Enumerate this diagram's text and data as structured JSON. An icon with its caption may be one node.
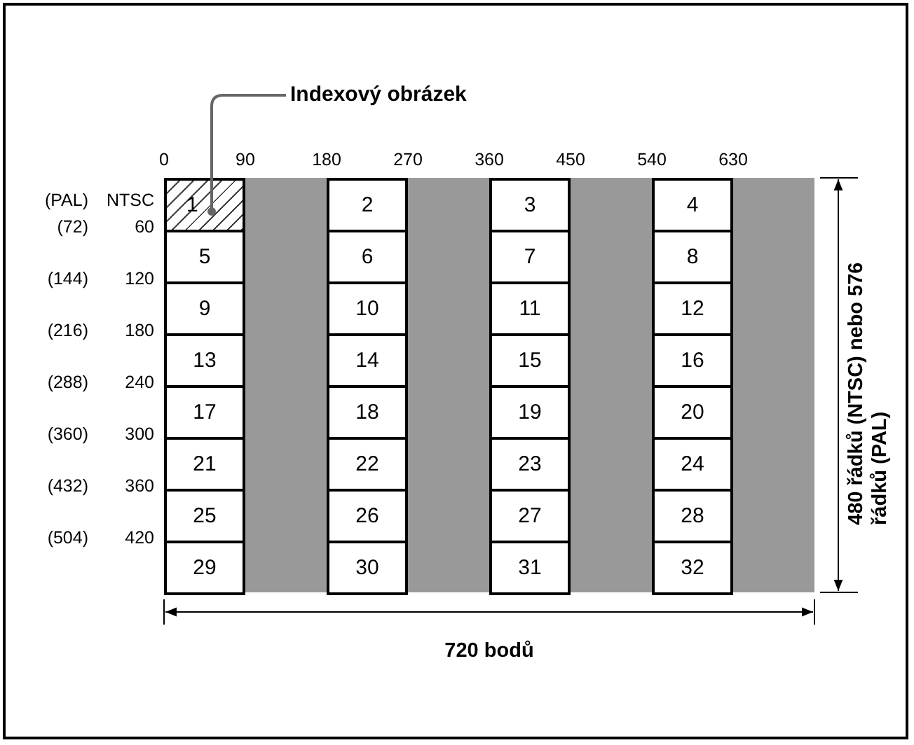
{
  "diagram": {
    "nodes": [
      {
        "text": [
          "Indexový obrázek"
        ]
      },
      {
        "text": [
          "1"
        ]
      },
      {
        "text": [
          "2"
        ]
      },
      {
        "text": [
          "3"
        ]
      },
      {
        "text": [
          "4"
        ]
      },
      {
        "text": [
          "5"
        ]
      },
      {
        "text": [
          "6"
        ]
      },
      {
        "text": [
          "7"
        ]
      },
      {
        "text": [
          "8"
        ]
      },
      {
        "text": [
          "9"
        ]
      },
      {
        "text": [
          "10"
        ]
      },
      {
        "text": [
          "11"
        ]
      },
      {
        "text": [
          "12"
        ]
      },
      {
        "text": [
          "13"
        ]
      },
      {
        "text": [
          "14"
        ]
      },
      {
        "text": [
          "15"
        ]
      },
      {
        "text": [
          "16"
        ]
      },
      {
        "text": [
          "17"
        ]
      },
      {
        "text": [
          "18"
        ]
      },
      {
        "text": [
          "19"
        ]
      },
      {
        "text": [
          "20"
        ]
      },
      {
        "text": [
          "21"
        ]
      },
      {
        "text": [
          "22"
        ]
      },
      {
        "text": [
          "23"
        ]
      },
      {
        "text": [
          "24"
        ]
      },
      {
        "text": [
          "25"
        ]
      },
      {
        "text": [
          "26"
        ]
      },
      {
        "text": [
          "27"
        ]
      },
      {
        "text": [
          "28"
        ]
      },
      {
        "text": [
          "29"
        ]
      },
      {
        "text": [
          "30"
        ]
      },
      {
        "text": [
          "31"
        ]
      },
      {
        "text": [
          "32"
        ]
      }
    ],
    "edges": [
      {
        "from": 0,
        "to": 1,
        "arrow": "other"
      }
    ],
    "labels": [
      "0",
      "90",
      "180",
      "270",
      "360",
      "450",
      "540",
      "630",
      "(PAL)",
      "NTSC",
      "(72)",
      "60",
      "(144)",
      "120",
      "(216)",
      "180",
      "(288)",
      "240",
      "(360)",
      "300",
      "(432)",
      "360",
      "(504)",
      "420",
      "480 řádků (NTSC) nebo 576 řádků (PAL)",
      "720 bodů"
    ]
  }
}
